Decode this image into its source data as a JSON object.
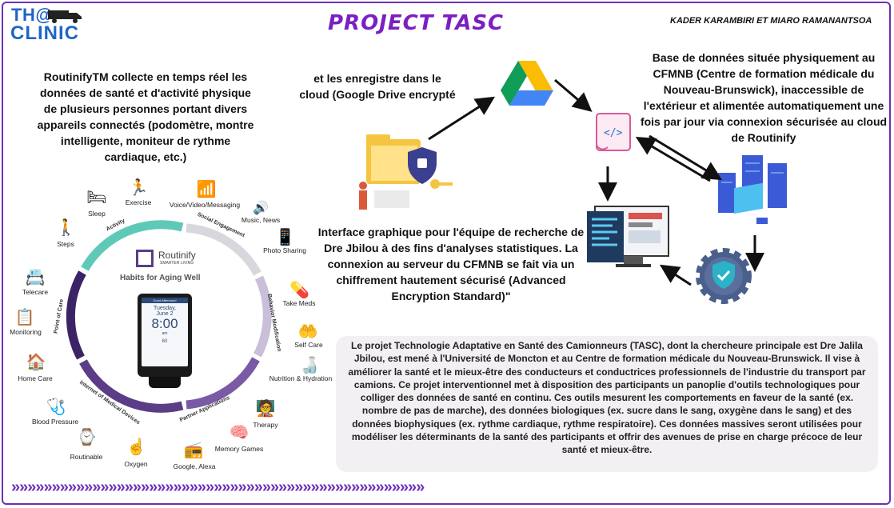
{
  "header": {
    "logo_line1": "TH@",
    "logo_line2": "CLINIC",
    "title": "PROJECT TASC",
    "authors": "KADER KARAMBIRI  ET MIARO RAMANANTSOA"
  },
  "texts": {
    "routinify": "RoutinifyTM collecte en temps réel les données de santé et d'activité physique de plusieurs personnes portant divers appareils connectés (podomètre, montre intelligente, moniteur de rythme cardiaque, etc.)",
    "cloud": "et les enregistre dans le cloud (Google Drive encrypté",
    "database": "Base de données située physiquement au CFMNB (Centre de formation médicale du Nouveau-Brunswick), inaccessible de l'extérieur et alimentée automatiquement une fois par jour via connexion sécurisée au cloud de Routinify",
    "interface": "Interface graphique pour l'équipe de recherche de Dre Jbilou à des fins d'analyses statistiques. La connexion au serveur du CFMNB se fait via un chiffrement hautement sécurisé (Advanced Encryption Standard)\"",
    "project": "Le projet Technologie Adaptative en Santé des Camionneurs (TASC), dont la chercheure principale est Dre Jalila Jbilou, est mené à l'Université de Moncton et au Centre de formation médicale du Nouveau-Brunswick. Il vise à améliorer la santé et le mieux-être des conducteurs et conductrices professionnels de l'industrie du transport par camions. Ce projet interventionnel met à disposition des participants un panoplie d'outils technologiques pour colliger des données de santé en continu. Ces outils mesurent les comportements en faveur de la santé (ex. nombre de pas de marche), des données biologiques (ex. sucre dans le sang, oxygène dans le sang) et des données biophysiques (ex. rythme cardiaque, rythme respiratoire). Ces données massives seront utilisées pour modéliser les déterminants de la santé des participants et offrir des avenues de prise en charge précoce de leur santé et mieux-être."
  },
  "wheel": {
    "brand": "Routinify",
    "brand_sub": "SMARTER LIVING",
    "center_title": "Habits for Aging Well",
    "device_header": "Good Afternoon!",
    "device_day": "Tuesday,",
    "device_date": "June 2",
    "device_time": "8:00",
    "device_ampm": "am",
    "device_temp": "60",
    "segments": [
      "Activity",
      "Social Engagement",
      "Behavior Modification",
      "Partner Applications",
      "Internet of Medical Devices",
      "Point of Care"
    ],
    "items": [
      "Sleep",
      "Exercise",
      "Voice/Video/Messaging",
      "Music, News",
      "Steps",
      "Photo Sharing",
      "Telecare",
      "Take Meds",
      "Monitoring",
      "Self Care",
      "Home Care",
      "Nutrition & Hydration",
      "Blood Pressure",
      "Therapy",
      "Routinable",
      "Oxygen",
      "Google, Alexa",
      "Memory Games"
    ]
  },
  "decor": {
    "arrow_row": "»»»»»»»»»»»»»»»»»»»»»»»»»»»»»»»»»»»»»»»»»»»»»»»»»»»"
  }
}
